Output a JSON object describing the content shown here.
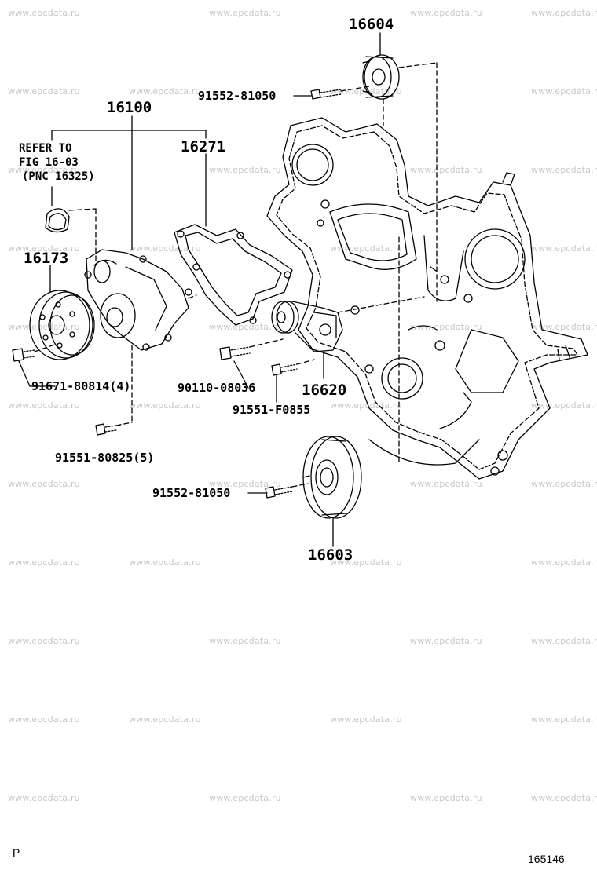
{
  "watermark": "www.epcdata.ru",
  "colors": {
    "ink": "#000000",
    "watermark": "#c8c8c8",
    "background": "#ffffff"
  },
  "diagram": {
    "parts": [
      {
        "id": "p16604",
        "number": "16604"
      },
      {
        "id": "p91552a",
        "number": "91552-81050"
      },
      {
        "id": "p16100",
        "number": "16100"
      },
      {
        "id": "p16271",
        "number": "16271"
      },
      {
        "id": "p16173",
        "number": "16173"
      },
      {
        "id": "p91671",
        "number": "91671-80814(4)"
      },
      {
        "id": "p90110",
        "number": "90110-08036"
      },
      {
        "id": "p16620",
        "number": "16620"
      },
      {
        "id": "p91551f",
        "number": "91551-F0855"
      },
      {
        "id": "p91551",
        "number": "91551-80825(5)"
      },
      {
        "id": "p91552b",
        "number": "91552-81050"
      },
      {
        "id": "p16603",
        "number": "16603"
      }
    ],
    "reference_note": {
      "line1": "REFER TO",
      "line2": "FIG 16-03",
      "line3": "(PNC 16325)"
    },
    "corner_left": "P",
    "corner_right": "165146"
  }
}
